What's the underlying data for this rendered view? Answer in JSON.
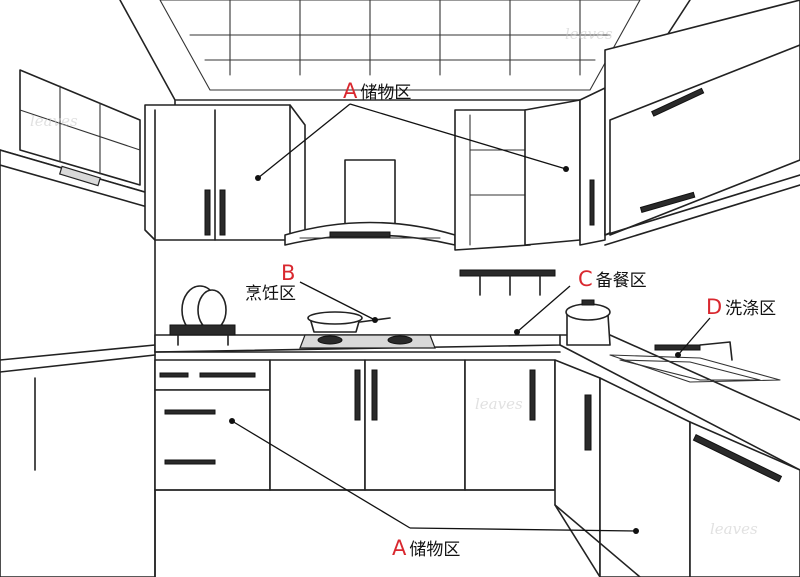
{
  "labels": {
    "storage_top": {
      "letter": "A",
      "text": "储物区"
    },
    "cooking": {
      "letter": "B",
      "text": "烹饪区"
    },
    "prep": {
      "letter": "C",
      "text": "备餐区"
    },
    "washing": {
      "letter": "D",
      "text": "洗涤区"
    },
    "storage_bottom": {
      "letter": "A",
      "text": "储物区"
    }
  },
  "watermark": "leaves",
  "colors": {
    "letter": "#d9282f",
    "line": "#222222",
    "leader": "#111111"
  }
}
